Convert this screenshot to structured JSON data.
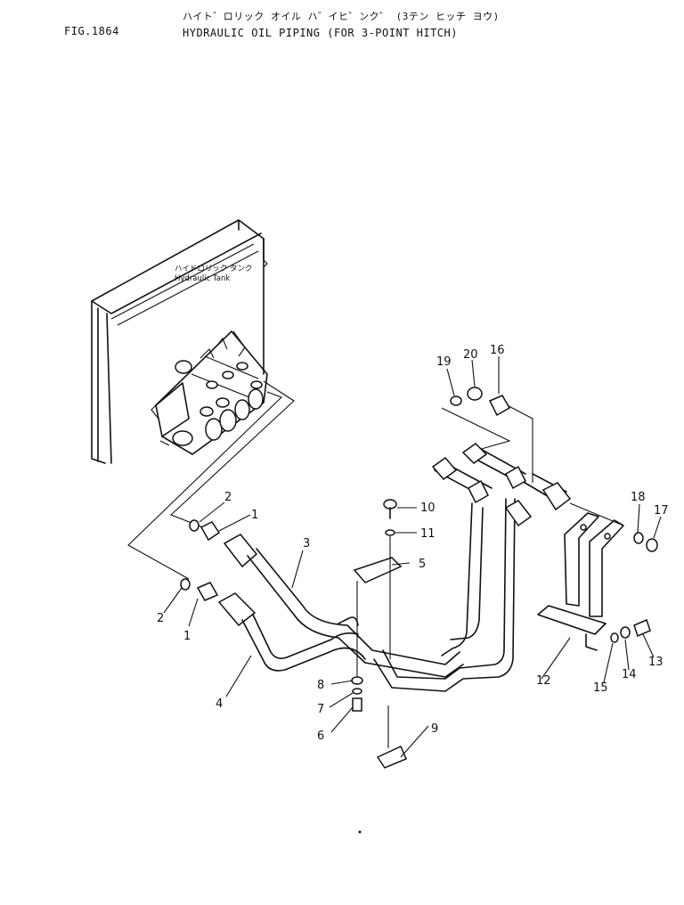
{
  "header": {
    "fig_no": "FIG.1864",
    "title_jp": "ハイト゛ロリック オイル ハ゛イヒ゜ンク゛ (3テン ヒッチ ヨウ)",
    "title_en": "HYDRAULIC OIL PIPING (FOR 3-POINT HITCH)"
  },
  "tank_label": {
    "jp": "ハイドロリック タンク",
    "en": "Hydraulic Tank"
  },
  "callouts": {
    "c1a": "1",
    "c1b": "1",
    "c2a": "2",
    "c2b": "2",
    "c3": "3",
    "c4": "4",
    "c5": "5",
    "c6": "6",
    "c7": "7",
    "c8": "8",
    "c9": "9",
    "c10": "10",
    "c11": "11",
    "c12": "12",
    "c13": "13",
    "c14": "14",
    "c15": "15",
    "c16": "16",
    "c17": "17",
    "c18": "18",
    "c19": "19",
    "c20": "20"
  }
}
